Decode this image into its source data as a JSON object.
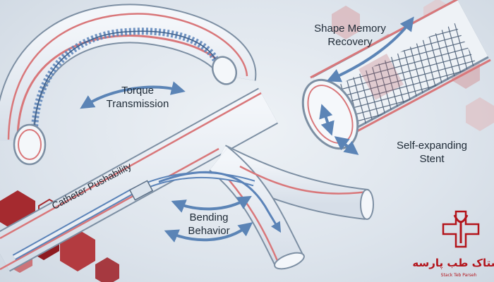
{
  "labels": {
    "torque": [
      "Torque",
      "Transmission"
    ],
    "shape_memory": [
      "Shape Memory",
      "Recovery"
    ],
    "self_expanding": [
      "Self-expanding",
      "Stent"
    ],
    "pushability": "Catheter Pushability",
    "bending": [
      "Bending",
      "Behavior"
    ]
  },
  "logo": {
    "name": "استاک طب پارسه",
    "tagline": "Stack Teb Parseh"
  },
  "colors": {
    "tube_outline": "#7d8fa3",
    "tube_fill": "#e9eef4",
    "red_layer": "#d9777a",
    "blue_wire": "#5b83b8",
    "arrow": "#5b84b6",
    "hexagon_red": "#9e1c22",
    "logo_red": "#b3141b"
  }
}
